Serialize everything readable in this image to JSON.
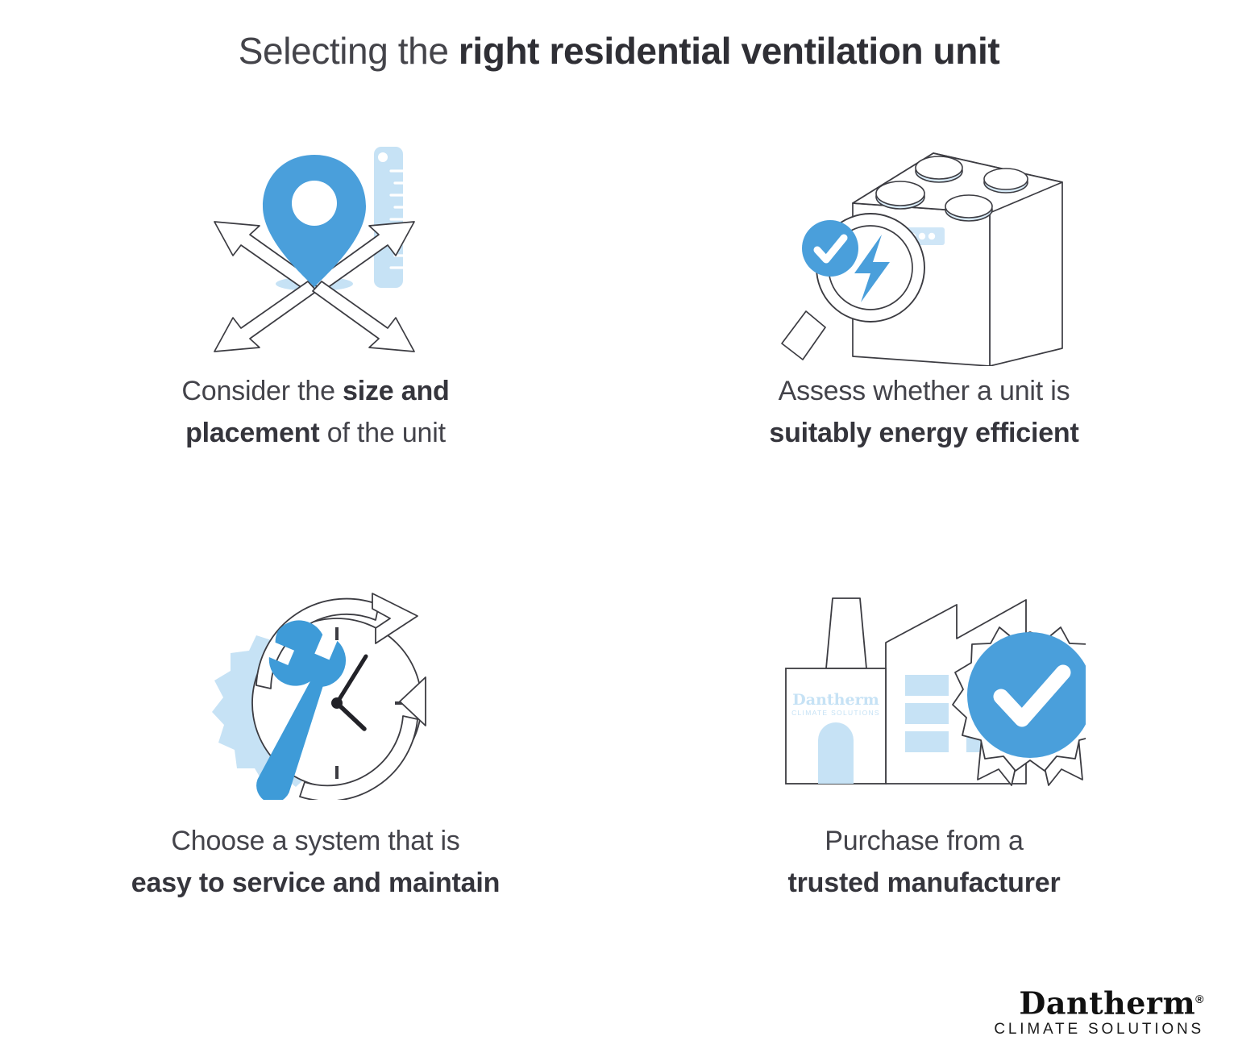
{
  "title": {
    "light_part": "Selecting the ",
    "bold_part": "right residential ventilation unit"
  },
  "colors": {
    "accent_blue": "#4A9FDB",
    "light_blue": "#C6E2F5",
    "outline": "#3c3c42",
    "text": "#43434A",
    "card_bg": "#FFFFFF",
    "page_bg": "#FFFFFF"
  },
  "cards": [
    {
      "id": "size-and-placement",
      "icon": "location-pin-arrows-ruler-icon",
      "caption_line1_light": "Consider the ",
      "caption_line1_bold": "size and",
      "caption_line2_bold": "placement",
      "caption_line2_light": " of the unit"
    },
    {
      "id": "energy-efficiency",
      "icon": "ventilation-unit-magnifier-icon",
      "caption_line1_light": "Assess whether a unit is",
      "caption_line1_bold": "",
      "caption_line2_bold": "suitably energy efficient",
      "caption_line2_light": ""
    },
    {
      "id": "service-and-maintain",
      "icon": "clock-wrench-gear-icon",
      "caption_line1_light": "Choose a system that is",
      "caption_line1_bold": "",
      "caption_line2_bold": "easy to service and maintain",
      "caption_line2_light": ""
    },
    {
      "id": "trusted-manufacturer",
      "icon": "factory-certification-badge-icon",
      "caption_line1_light": "Purchase from a",
      "caption_line1_bold": "",
      "caption_line2_bold": "trusted manufacturer",
      "caption_line2_light": ""
    }
  ],
  "factory_logo": {
    "brand": "Dantherm",
    "tagline": "CLIMATE SOLUTIONS"
  },
  "logo": {
    "brand": "Dantherm",
    "registered": "®",
    "tagline": "CLIMATE SOLUTIONS"
  }
}
